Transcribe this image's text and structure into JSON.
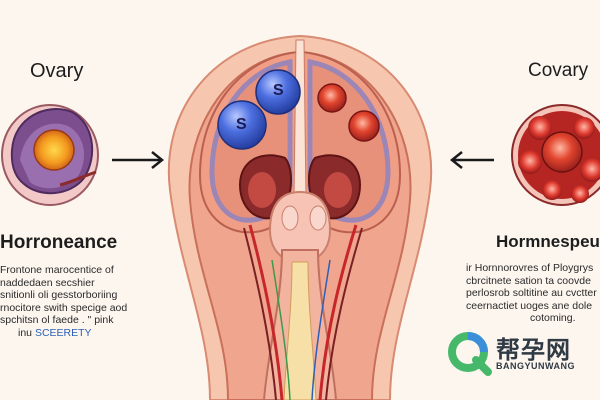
{
  "left_panel": {
    "title": "Ovary",
    "heading": "Horroneance",
    "description": [
      "Frontone marocentice of",
      "naddedaen secshier",
      "snitionli oli gesstorboriing",
      "rnocitore swith specige aod",
      "spchitsn ol faede . \" pink"
    ],
    "description_tail": "inu ",
    "description_accent": "SCEERETY",
    "colors": {
      "accent_text": "#2a5fb8"
    }
  },
  "right_panel": {
    "title": "Covary",
    "heading": "Hormnespeut",
    "description": [
      "ir Hornnorovres of Ploygrys",
      "cbrcitnete sation ta coovde",
      "perlosrob soltitine au cvctter",
      "ceernactiet uoges ane dole",
      "cotoming."
    ]
  },
  "center": {
    "bubble_top_label": "S",
    "bubble_bottom_label": "S"
  },
  "watermark": {
    "brand_cn": "帮孕网",
    "brand_en": "BANGYUNWANG",
    "icon": "q-logo-icon"
  },
  "colors": {
    "background": "#fdf6ef",
    "tissue": "#f2a48c",
    "uterus_wall": "#e4826b",
    "purple_lining": "#9b86b6",
    "dark_red": "#7a1f23",
    "bubble_blue": "#3f63d6",
    "follicle_red": "#c8312a",
    "watermark_green": "#45b86a",
    "watermark_blue": "#3a8fd8"
  }
}
